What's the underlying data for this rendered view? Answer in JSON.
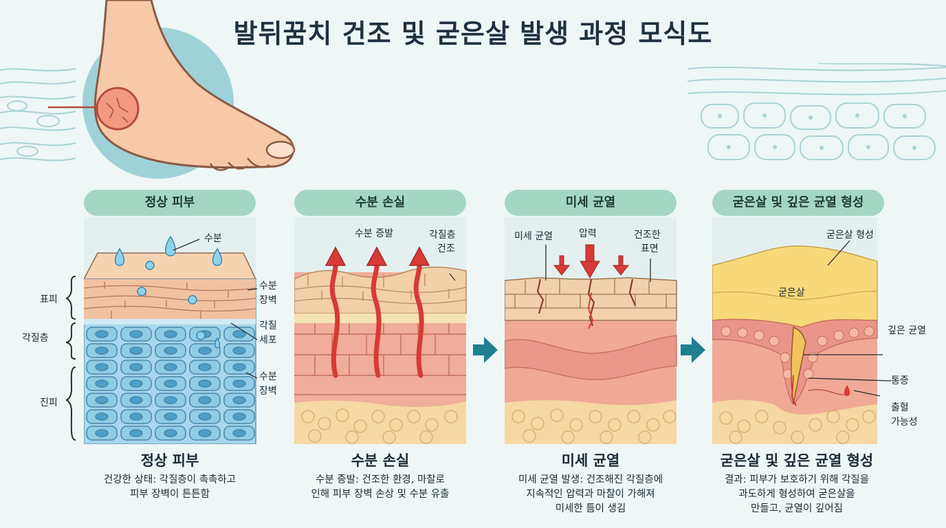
{
  "title": "발뒤꿈치 건조 및 굳은살 발생 과정 모식도",
  "side_labels": {
    "epidermis": "표피",
    "stratum": "각질층",
    "dermis": "진피"
  },
  "panels": [
    {
      "header": "정상 피부",
      "labels": {
        "water": "수분",
        "barrier_top": [
          "수분",
          "장벽"
        ],
        "cells": [
          "각질",
          "세포"
        ],
        "barrier_bottom": [
          "수분",
          "장벽"
        ]
      },
      "caption_title": "정상 피부",
      "caption_lines": [
        "건강한 상태: 각질층이 촉촉하고",
        "피부 장벽이 튼튼함"
      ]
    },
    {
      "header": "수분 손실",
      "labels": {
        "evaporation": "수분 증발",
        "dry": [
          "각질층",
          "건조"
        ]
      },
      "caption_title": "수분 손실",
      "caption_lines": [
        "수분 증발: 건조한 환경, 마찰로",
        "인해 피부 장벽 손상 및 수분 유출"
      ]
    },
    {
      "header": "미세 균열",
      "labels": {
        "crack": "미세 균열",
        "pressure": "압력",
        "surface": [
          "건조한",
          "표면"
        ]
      },
      "caption_title": "미세 균열",
      "caption_lines": [
        "미세 균열 발생: 건조해진 각질층에",
        "지속적인 압력과 마찰이 가해져",
        "미세한 틈이 생김"
      ]
    },
    {
      "header": "굳은살 및 깊은 균열 형성",
      "labels": {
        "callus_forming": "굳은살 형성",
        "callus": "굳은살",
        "deep_crack": "깊은 균열",
        "pain": "통증",
        "bleeding": [
          "출혈",
          "가능성"
        ]
      },
      "caption_title": "굳은살 및 깊은 균열 형성",
      "caption_lines": [
        "결과: 피부가 보호하기 위해 각질을",
        "과도하게 형성하여 굳은살을",
        "만들고, 균열이 깊어짐"
      ]
    }
  ],
  "colors": {
    "header_bg": "#a5d6c4",
    "arrow": "#1e7f8f",
    "crack_red": "#d83a36"
  }
}
